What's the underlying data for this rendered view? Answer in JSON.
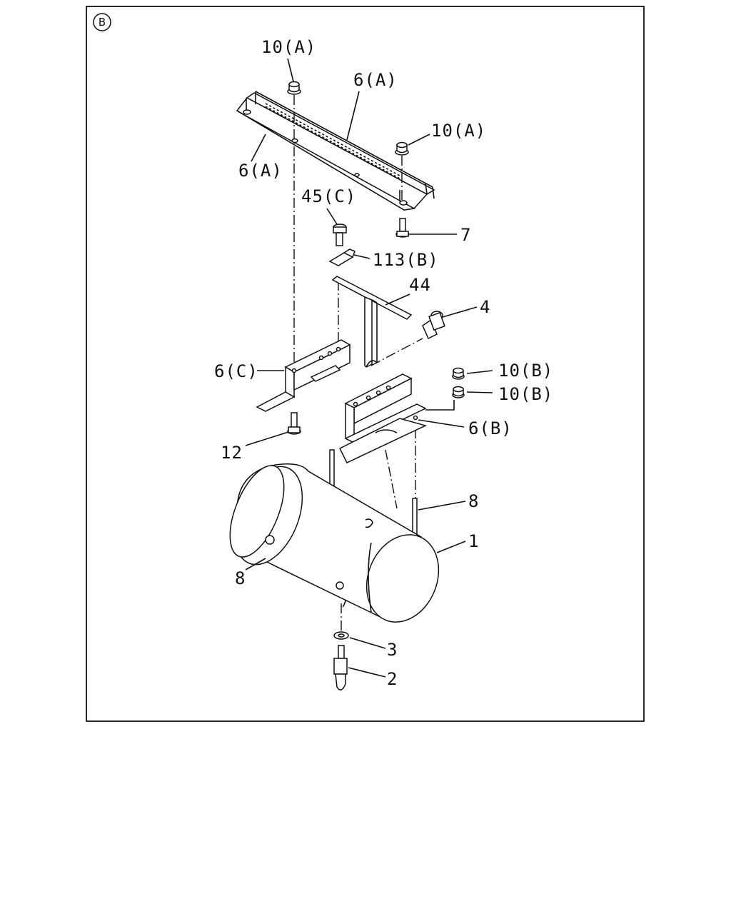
{
  "view_marker": "B",
  "labels": {
    "nut_10a_top": "10(A)",
    "rail_6a_top": "6(A)",
    "nut_10a_right": "10(A)",
    "rail_6a_left": "6(A)",
    "bolt_45c": "45(C)",
    "bolt_7": "7",
    "clip_113b": "113(B)",
    "strap_44": "44",
    "elbow_4": "4",
    "bracket_6c": "6(C)",
    "nut_10b_upper": "10(B)",
    "nut_10b_lower": "10(B)",
    "bracket_6b": "6(B)",
    "bolt_12": "12",
    "ubolt_8_right": "8",
    "tank_1": "1",
    "ubolt_8_left": "8",
    "washer_3": "3",
    "drain_2": "2"
  }
}
